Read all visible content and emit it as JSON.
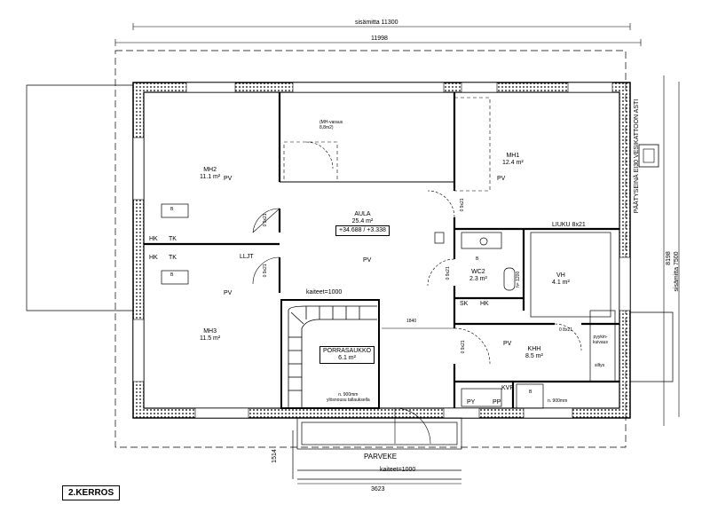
{
  "drawing": {
    "floor_label": "2.KERROS",
    "dimensions": {
      "interior_width": "sisämitta 11300",
      "overall_width": "11998",
      "right_interior": "sisämitta 7500",
      "right_overall": "8198",
      "balcony_depth": "1514",
      "balcony_width": "3623",
      "hall_offset": "1840"
    },
    "notes": {
      "end_wall": "PÄÄTYSEINÄ EI30 VESIKATTOON ASTI",
      "mh_reserve": "(MH-varaus\n8,8m2)",
      "railing_top": "kaiteet=1000",
      "railing_balcony": "kaiteet=1000",
      "stair_opening_note": "n. 900mm\nylösnousu tallauksella",
      "khh_note": "n. 900mm",
      "sauna_stove": "pyykin-\nkuivaus",
      "sauna_bench": "siltys",
      "vent_label": "LIUKU 8x21",
      "llot_label": "LLJT"
    },
    "rooms": [
      {
        "name": "MH2",
        "area": "11.1 m²"
      },
      {
        "name": "MH1",
        "area": "12.4 m²"
      },
      {
        "name": "AULA",
        "area": "25.4 m²",
        "levels": "+34.688 / +3.338"
      },
      {
        "name": "MH3",
        "area": "11.5 m²"
      },
      {
        "name": "PORRASAUKKO",
        "area": "6.1 m²"
      },
      {
        "name": "WC2",
        "area": "2.3 m²"
      },
      {
        "name": "VH",
        "area": "4.1 m²"
      },
      {
        "name": "KHH",
        "area": "8.5 m²"
      }
    ],
    "parveke": "PARVEKE",
    "door_labels": {
      "d1": "0 9x21",
      "d2": "0 9x21",
      "d3": "0 9x21",
      "d4": "0 9x21",
      "d5": "0 9x21",
      "d6": "0 8x21",
      "d7": "h= 1200"
    },
    "fixtures": {
      "pv": "PV",
      "hk": "HK",
      "tk": "TK",
      "sk": "SK",
      "py": "PY",
      "pp": "PP",
      "kvr": "KVR",
      "b": "B"
    }
  }
}
